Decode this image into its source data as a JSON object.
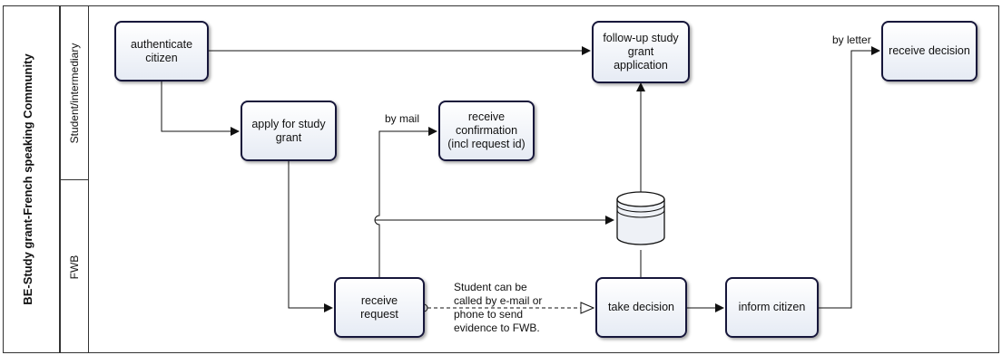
{
  "pool": {
    "label": "BE-Study grant-French speaking  Community"
  },
  "lanes": {
    "top": "Student/intermediary",
    "bottom": "FWB"
  },
  "tasks": {
    "authenticate": "authenticate\ncitizen",
    "apply": "apply for study\ngrant",
    "receive_confirmation": "receive\nconfirmation\n(incl request id)",
    "follow_up": "follow-up study\ngrant\napplication",
    "receive_decision": "receive decision",
    "receive_request": "receive request",
    "take_decision": "take decision",
    "inform_citizen": "inform citizen"
  },
  "labels": {
    "by_mail": "by mail",
    "by_letter": "by letter",
    "annotation": "Student can be\ncalled by e-mail or\nphone to send\nevidence to FWB."
  },
  "data_store": {
    "icon": "database-icon"
  }
}
